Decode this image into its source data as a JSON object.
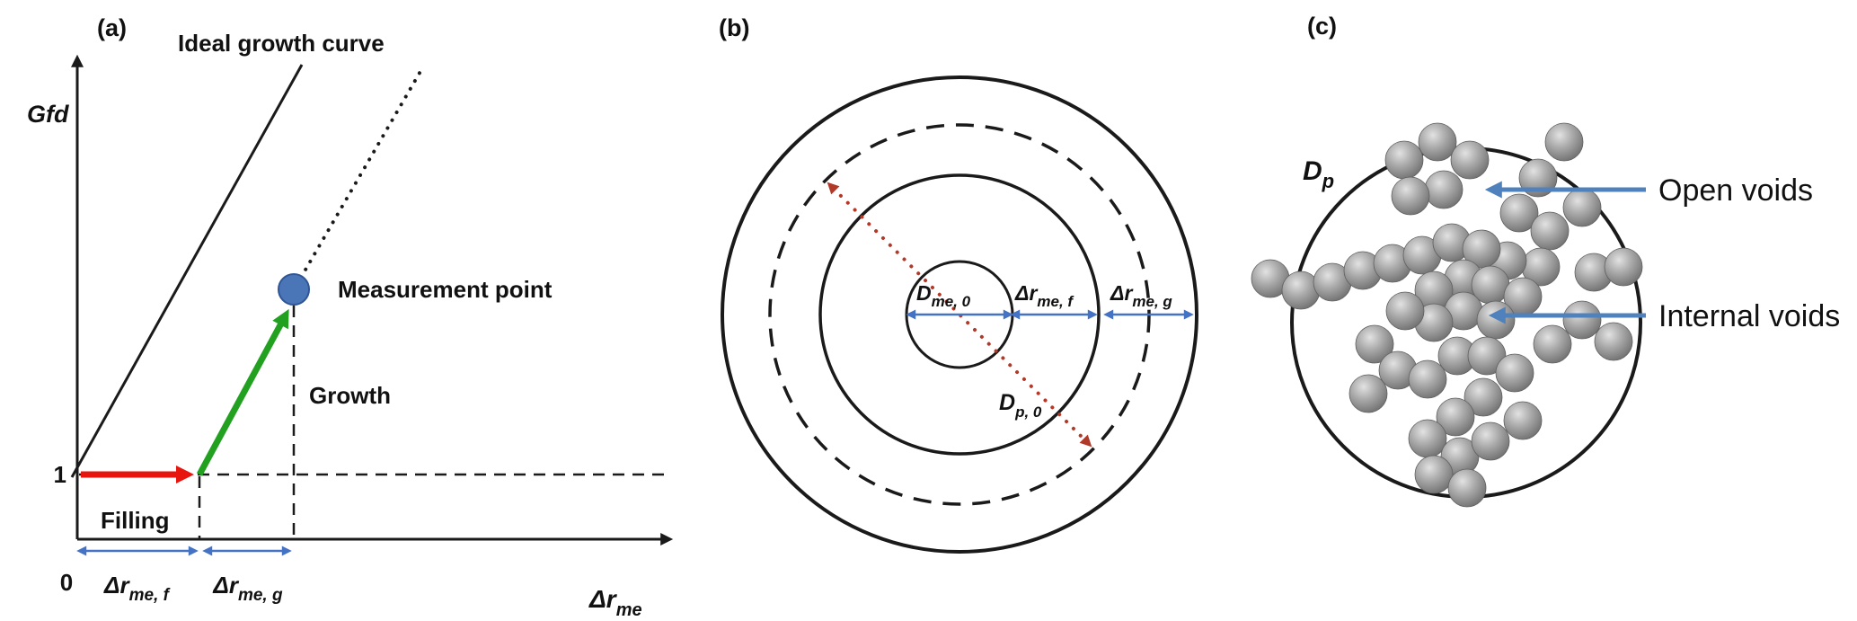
{
  "figure": {
    "panel_a": {
      "tag": "(a)",
      "y_axis_label": "Gfd",
      "x_axis_label": {
        "main": "Δr",
        "sub": "me"
      },
      "ideal_curve_label": "Ideal growth curve",
      "measurement_point_label": "Measurement point",
      "growth_label": "Growth",
      "filling_label": "Filling",
      "y_tick": "1",
      "origin_tick": "0",
      "dr_filling": {
        "main": "Δr",
        "sub": "me, f"
      },
      "dr_growth": {
        "main": "Δr",
        "sub": "me, g"
      }
    },
    "panel_b": {
      "tag": "(b)",
      "d_me0": {
        "main": "D",
        "sub": "me, 0"
      },
      "dr_filling": {
        "main": "Δr",
        "sub": "me, f"
      },
      "dr_growth": {
        "main": "Δr",
        "sub": "me, g"
      },
      "d_p0": {
        "main": "D",
        "sub": "p, 0"
      }
    },
    "panel_c": {
      "tag": "(c)",
      "d_p": {
        "main": "D",
        "sub": "p"
      },
      "open_voids_label": "Open voids",
      "internal_voids_label": "Internal voids",
      "sphere_radius": 21,
      "spheres": [
        [
          1563,
          178
        ],
        [
          1600,
          158
        ],
        [
          1636,
          178
        ],
        [
          1607,
          211
        ],
        [
          1570,
          218
        ],
        [
          1741,
          158
        ],
        [
          1712,
          198
        ],
        [
          1691,
          237
        ],
        [
          1725,
          257
        ],
        [
          1761,
          231
        ],
        [
          1774,
          303
        ],
        [
          1807,
          297
        ],
        [
          1715,
          297
        ],
        [
          1678,
          290
        ],
        [
          1414,
          310
        ],
        [
          1448,
          323
        ],
        [
          1483,
          314
        ],
        [
          1517,
          301
        ],
        [
          1550,
          293
        ],
        [
          1583,
          284
        ],
        [
          1616,
          270
        ],
        [
          1649,
          277
        ],
        [
          1629,
          310
        ],
        [
          1596,
          323
        ],
        [
          1659,
          317
        ],
        [
          1695,
          330
        ],
        [
          1629,
          346
        ],
        [
          1665,
          356
        ],
        [
          1596,
          359
        ],
        [
          1564,
          346
        ],
        [
          1530,
          383
        ],
        [
          1556,
          412
        ],
        [
          1523,
          438
        ],
        [
          1589,
          422
        ],
        [
          1622,
          396
        ],
        [
          1655,
          396
        ],
        [
          1686,
          415
        ],
        [
          1651,
          442
        ],
        [
          1620,
          464
        ],
        [
          1589,
          488
        ],
        [
          1625,
          508
        ],
        [
          1659,
          491
        ],
        [
          1695,
          468
        ],
        [
          1596,
          528
        ],
        [
          1633,
          543
        ],
        [
          1728,
          383
        ],
        [
          1761,
          356
        ],
        [
          1796,
          380
        ]
      ]
    },
    "colors": {
      "axis": "#1a1a1a",
      "filling_arrow_red": "#e8150f",
      "growth_arrow_green": "#22a121",
      "dimension_arrow_blue": "#4472c4",
      "diameter_arrow_red": "#b03a2a",
      "voids_arrow_blue": "#4f81bd",
      "measurement_point_fill": "#4a76b8",
      "measurement_point_stroke": "#2f5597"
    }
  }
}
